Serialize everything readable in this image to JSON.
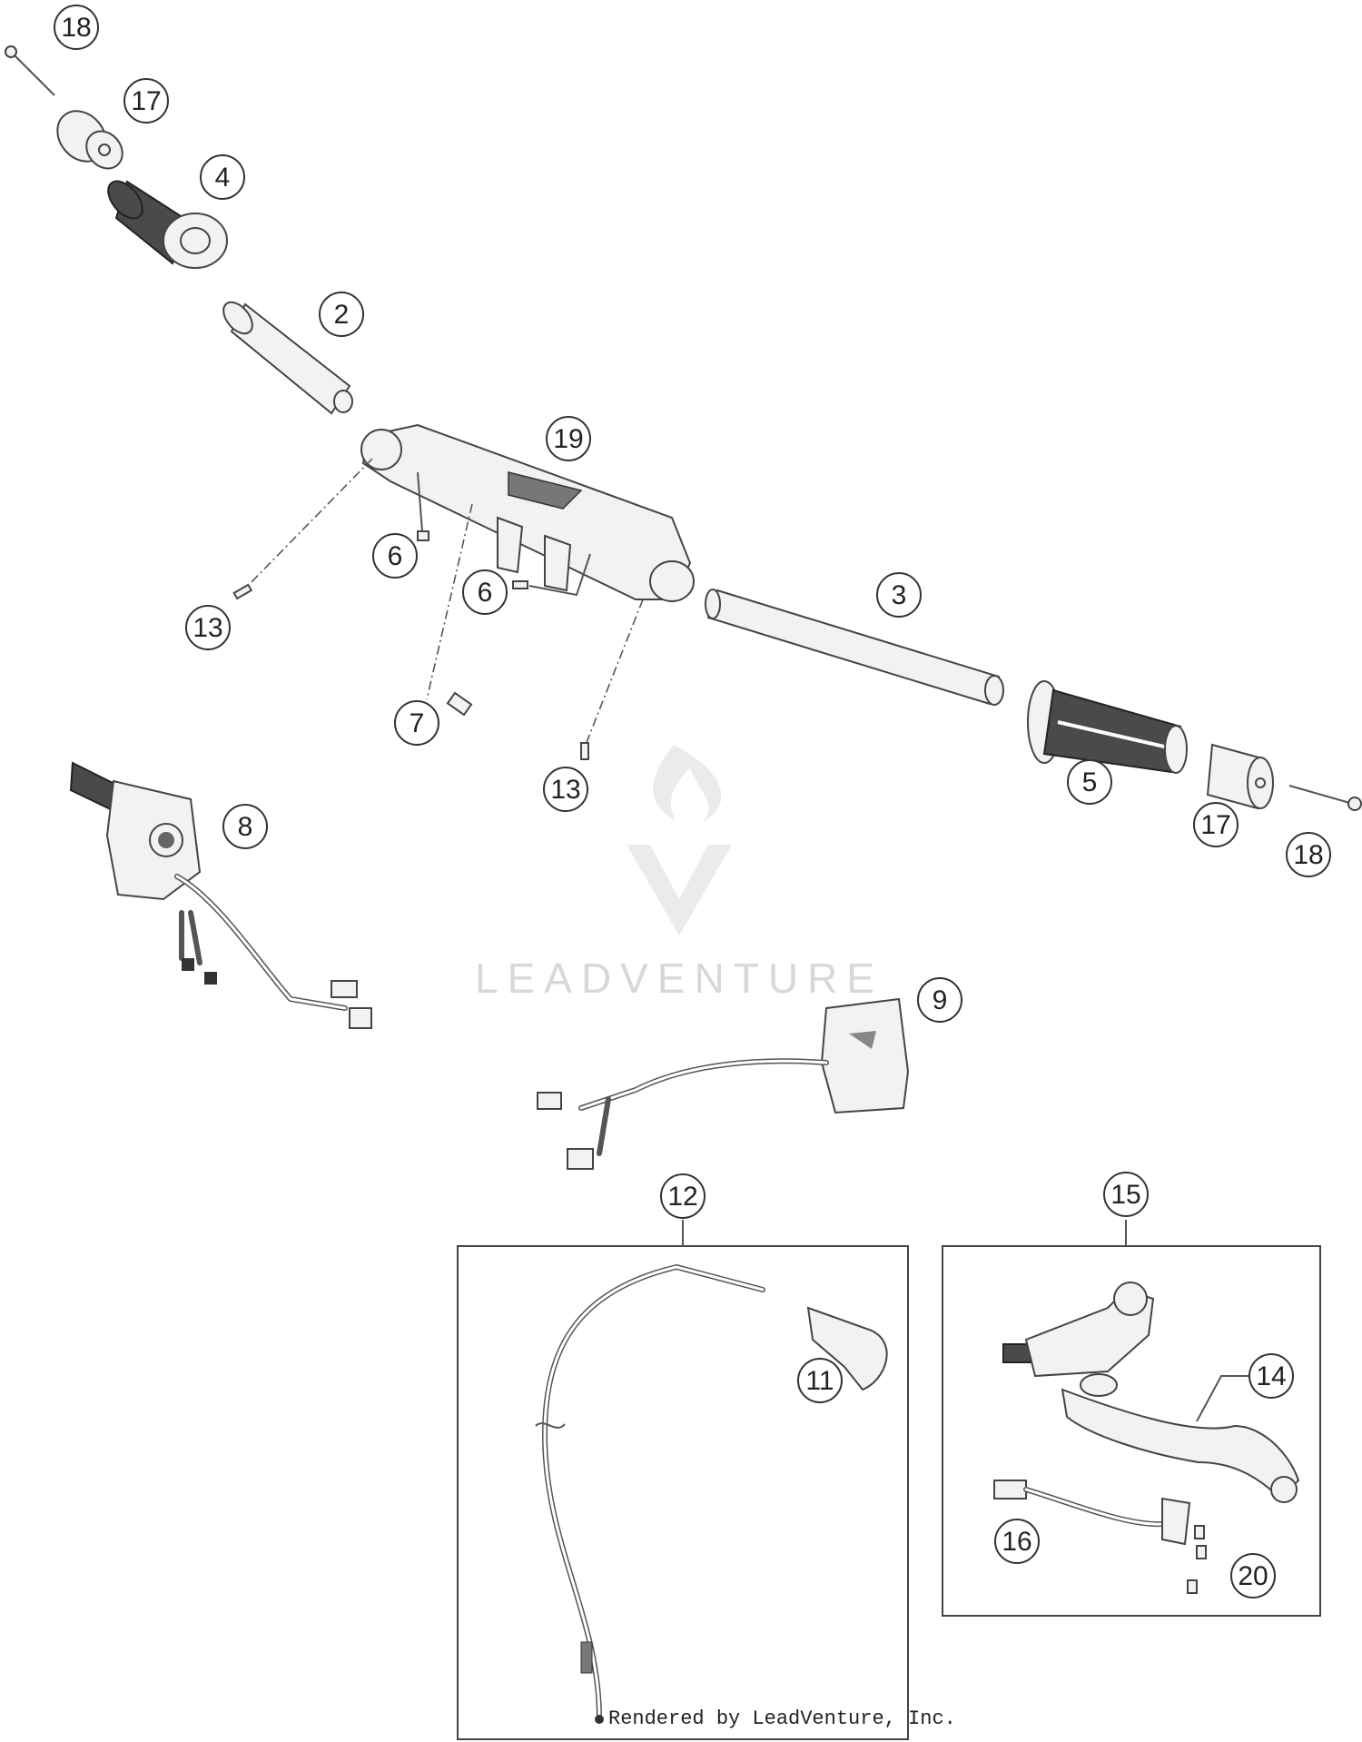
{
  "diagram": {
    "callouts": [
      "18",
      "17",
      "4",
      "2",
      "19",
      "6",
      "6",
      "13",
      "7",
      "3",
      "13",
      "8",
      "5",
      "17",
      "18",
      "9",
      "12",
      "15",
      "11",
      "14",
      "16",
      "20"
    ],
    "watermark": "LEADVENTURE",
    "credit": "Rendered by LeadVenture, Inc.",
    "colors": {
      "line": "#444444",
      "grip": "#4a4a4a",
      "watermark": "#d8d8d8"
    }
  }
}
